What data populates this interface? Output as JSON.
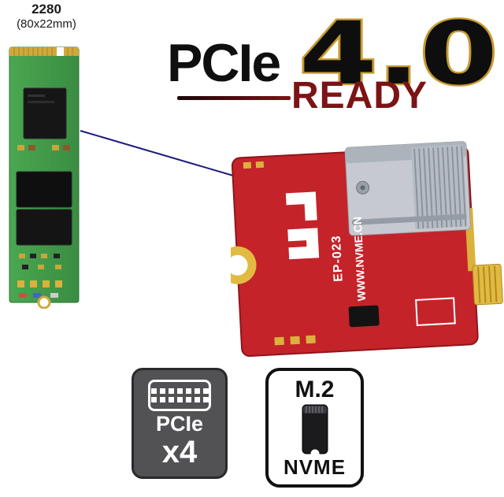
{
  "form_factor_label": {
    "model": "2280",
    "dimensions": "(80x22mm)"
  },
  "pcie_logo": {
    "brand": "PCIe",
    "version": "4.0",
    "status": "READY"
  },
  "adapter": {
    "model": "EP-023",
    "website": "WWW.NVME.CN"
  },
  "badges": {
    "pcie": {
      "interface": "PCIe",
      "lanes": "x4"
    },
    "m2": {
      "form_factor": "M.2",
      "protocol": "NVME"
    }
  },
  "colors": {
    "adapter_board_red": "#c4232a",
    "ssd_pcb_green": "#44a04c",
    "gold_plating": "#d9b13c",
    "ready_text_red": "#7c1315",
    "version_outline_gold": "#c79a2f",
    "callout_line_navy": "#1b1b7a",
    "pcie_badge_gray": "#525254"
  }
}
